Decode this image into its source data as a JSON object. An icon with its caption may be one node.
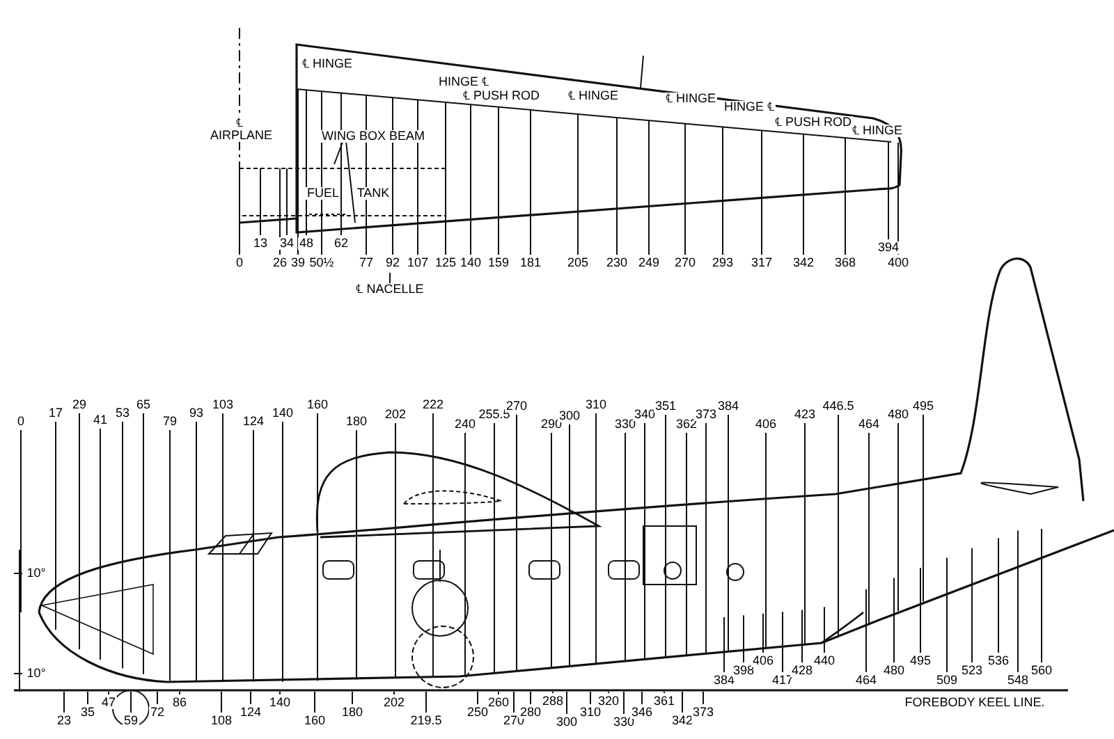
{
  "diagram": {
    "labels": [
      "℄ HINGE",
      "HINGE ℄",
      "℄ PUSH ROD",
      "℄ HINGE",
      "℄ HINGE",
      "HINGE ℄",
      "℄ PUSH ROD",
      "℄ HINGE",
      "℄ AIRPLANE",
      "WING BOX BEAM",
      "FUEL",
      "TANK",
      "13",
      "34",
      "48",
      "62",
      "394",
      "0",
      "26",
      "39",
      "50½",
      "77",
      "92",
      "107",
      "125",
      "140",
      "159",
      "181",
      "205",
      "230",
      "249",
      "270",
      "293",
      "317",
      "342",
      "368",
      "400",
      "℄ NACELLE",
      "0",
      "17",
      "29",
      "41",
      "53",
      "65",
      "79",
      "93",
      "103",
      "124",
      "140",
      "160",
      "180",
      "202",
      "222",
      "240",
      "255.5",
      "270",
      "290",
      "300",
      "310",
      "330",
      "340",
      "351",
      "362",
      "373",
      "384",
      "406",
      "423",
      "446.5",
      "464",
      "480",
      "495",
      "10°",
      "10°",
      "384",
      "398",
      "406",
      "417",
      "428",
      "440",
      "464",
      "480",
      "495",
      "509",
      "523",
      "536",
      "548",
      "560",
      "FOREBODY KEEL LINE.",
      "23",
      "35",
      "47",
      "59",
      "72",
      "86",
      "108",
      "124",
      "140",
      "160",
      "180",
      "202",
      "219.5",
      "250",
      "260",
      "270",
      "280",
      "288",
      "300",
      "310",
      "320",
      "330",
      "346",
      "361",
      "342",
      "373"
    ]
  }
}
